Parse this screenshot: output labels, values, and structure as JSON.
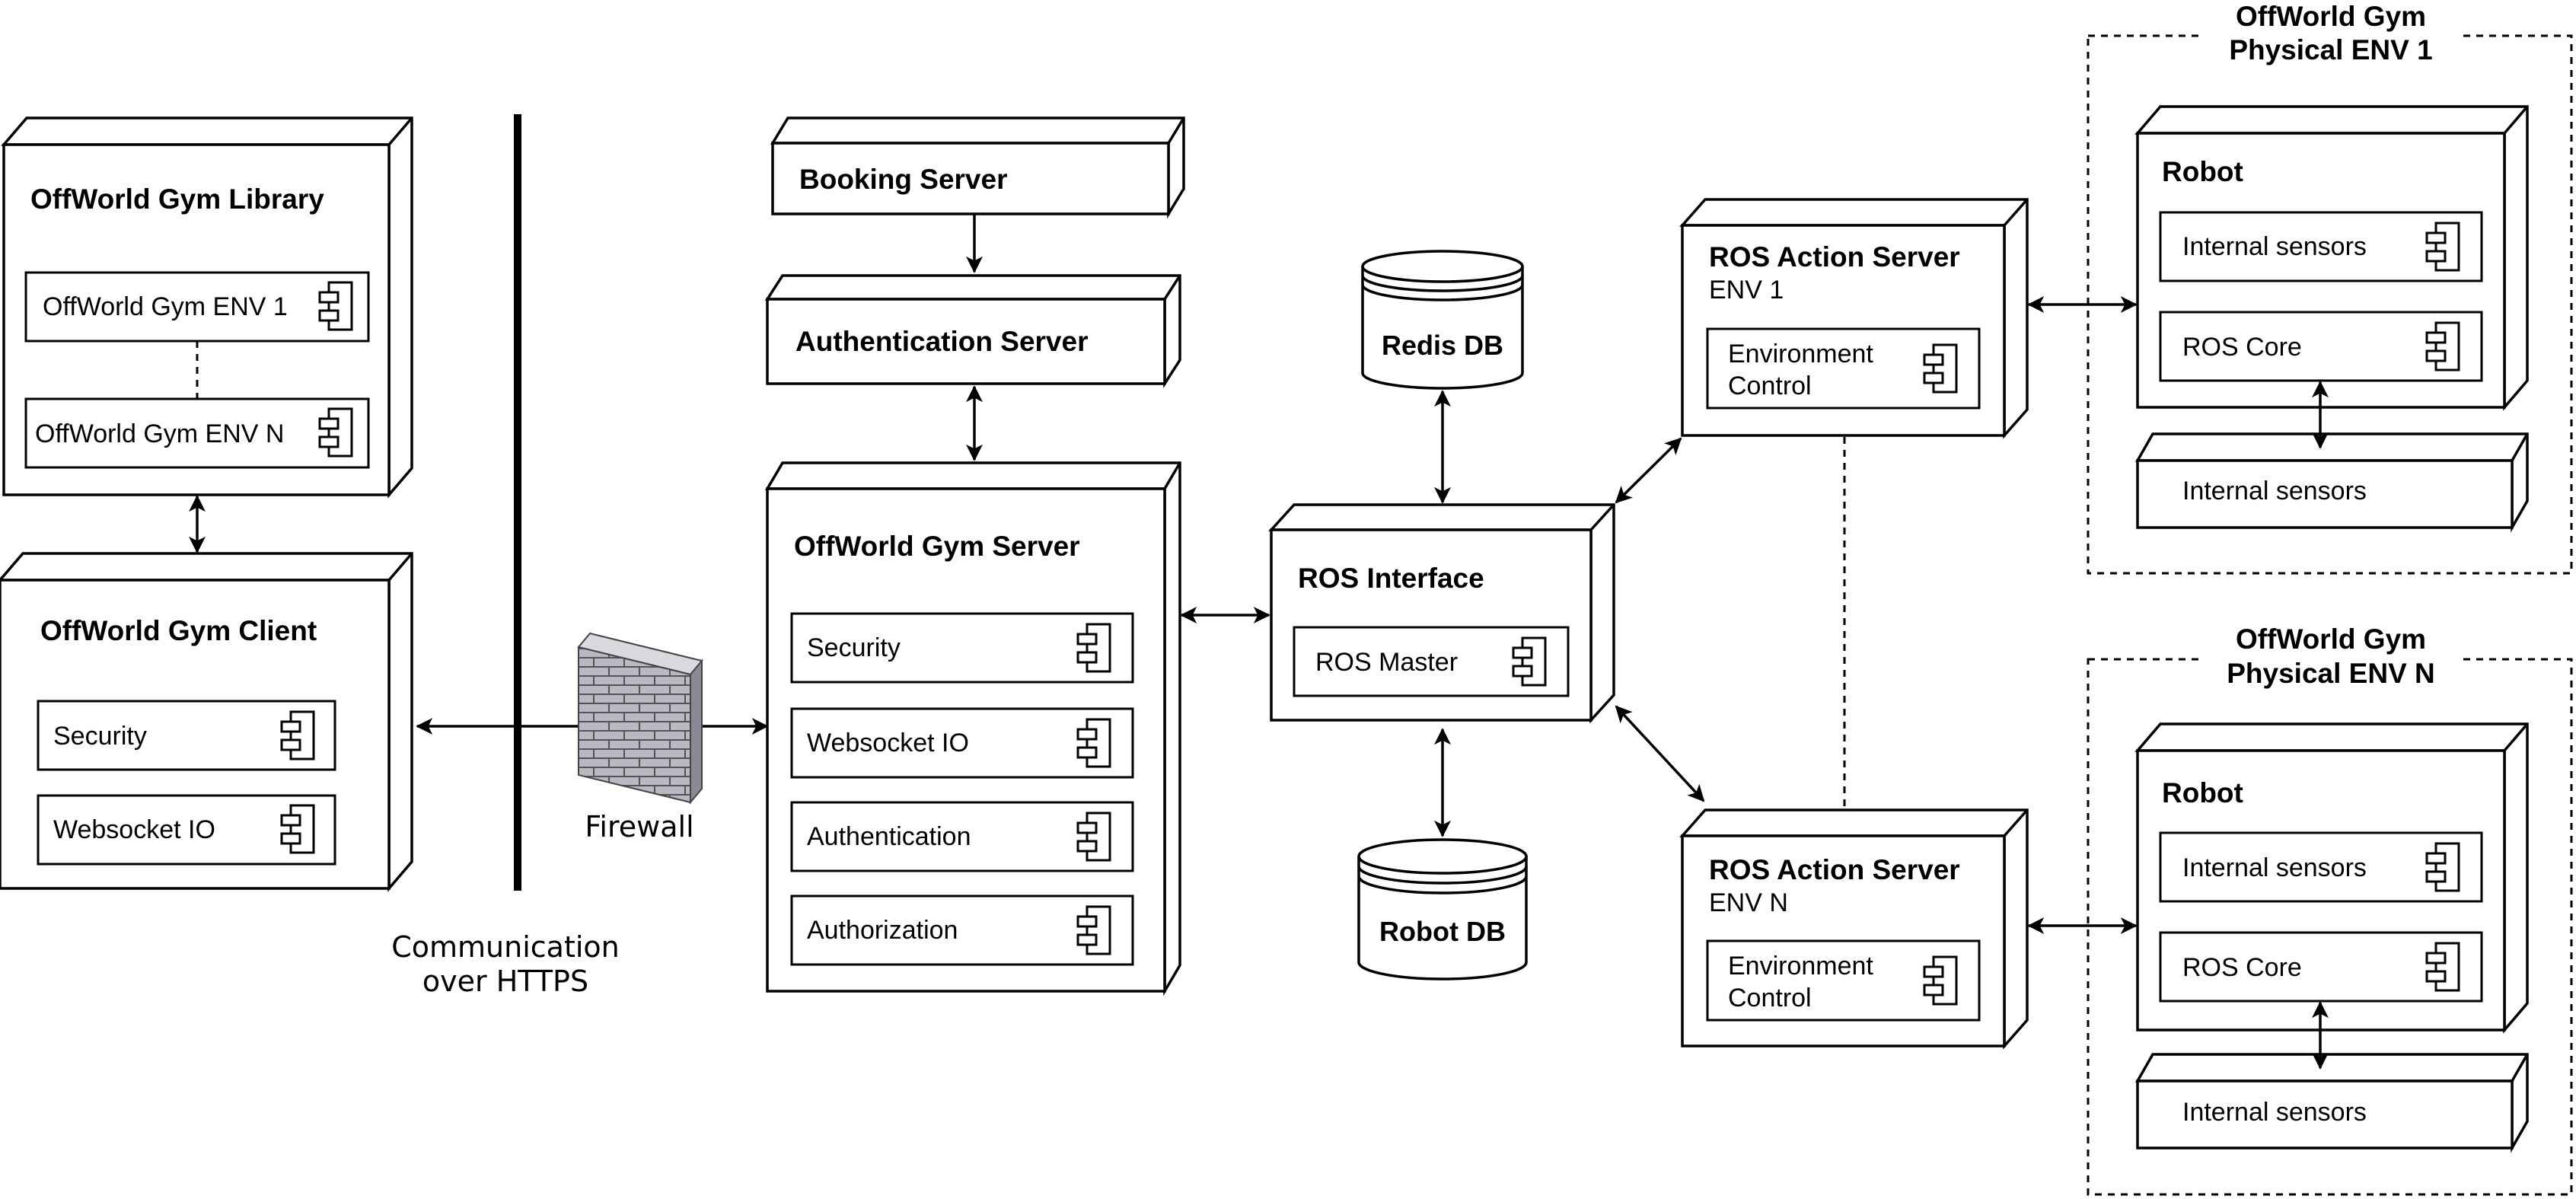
{
  "client_side": {
    "library": {
      "title": "OffWorld Gym Library",
      "components": [
        "OffWorld Gym ENV 1",
        "OffWorld Gym ENV N"
      ]
    },
    "client": {
      "title": "OffWorld Gym Client",
      "components": [
        "Security",
        "Websocket IO"
      ]
    }
  },
  "network": {
    "firewall_label": "Firewall",
    "channel_label_line1": "Communication",
    "channel_label_line2": "over HTTPS"
  },
  "server_side": {
    "booking_server": "Booking Server",
    "authentication_server": "Authentication Server",
    "gym_server": {
      "title": "OffWorld Gym Server",
      "components": [
        "Security",
        "Websocket IO",
        "Authentication",
        "Authorization"
      ]
    }
  },
  "ros": {
    "interface_title": "ROS Interface",
    "master": "ROS Master",
    "redis_db": "Redis DB",
    "robot_db": "Robot DB",
    "action_servers": [
      {
        "title": "ROS Action Server",
        "subtitle": "ENV 1",
        "component_line1": "Environment",
        "component_line2": "Control"
      },
      {
        "title": "ROS Action Server",
        "subtitle": "ENV N",
        "component_line1": "Environment",
        "component_line2": "Control"
      }
    ]
  },
  "physical_envs": [
    {
      "title_line1": "OffWorld Gym",
      "title_line2": "Physical ENV 1",
      "robot_title": "Robot",
      "robot_components": [
        "Internal sensors",
        "ROS Core"
      ],
      "external_node": "Internal sensors"
    },
    {
      "title_line1": "OffWorld Gym",
      "title_line2": "Physical ENV N",
      "robot_title": "Robot",
      "robot_components": [
        "Internal sensors",
        "ROS Core"
      ],
      "external_node": "Internal sensors"
    }
  ]
}
